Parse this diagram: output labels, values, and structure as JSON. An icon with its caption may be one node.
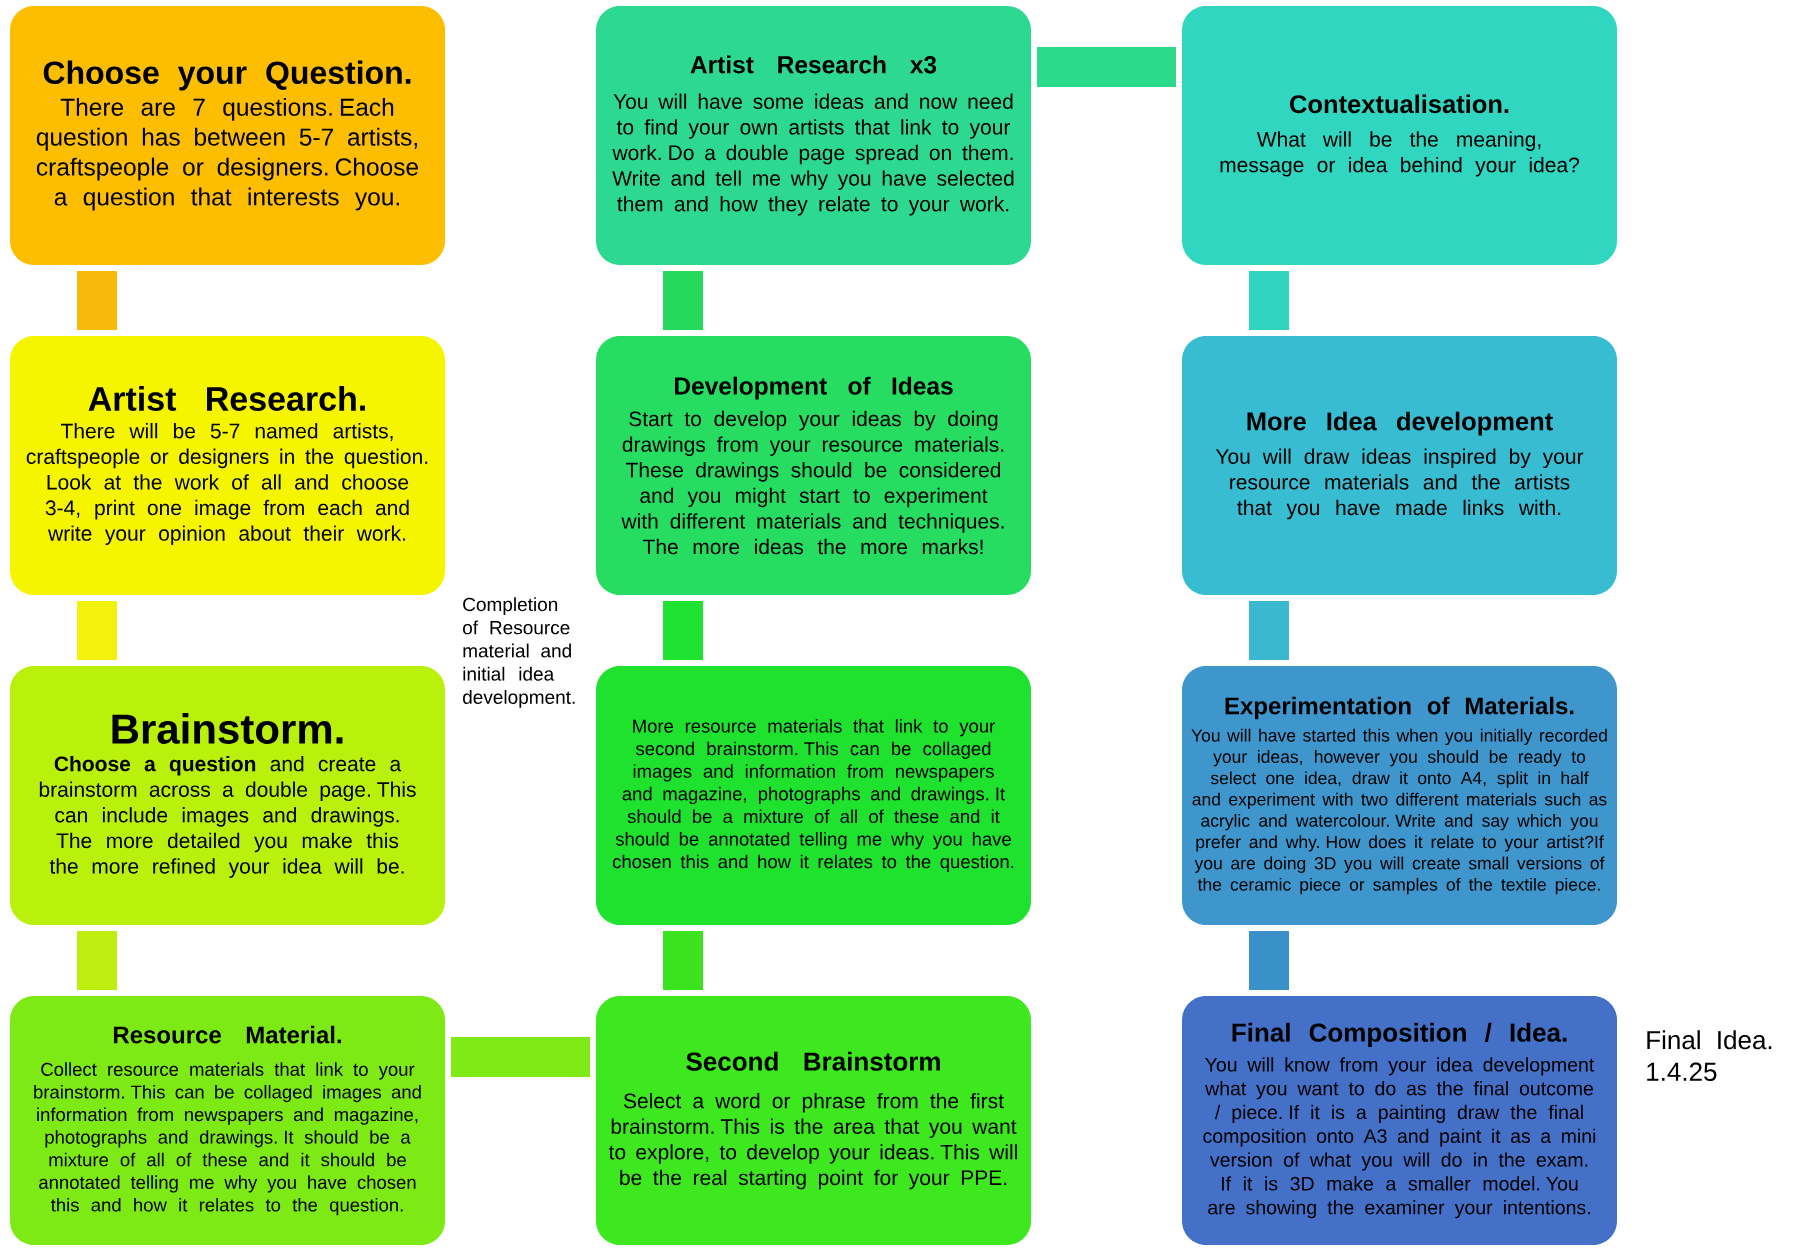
{
  "diagram": {
    "nodes": [
      {
        "text": [
          "Choose your Question.",
          "There are 7 questions. Each question has between 5-7 artists, craftspeople or designers. Choose a question that interests you."
        ]
      },
      {
        "text": [
          "Artist Research.",
          "There will be 5-7 named artists, craftspeople or designers in the question. Look at the work of all and choose 3-4, print one image from each and write your opinion about their work."
        ]
      },
      {
        "text": [
          "Brainstorm.",
          "**Choose a question** and create a brainstorm across a double page. This can include images and drawings. The more detailed you make this the more refined your idea will be."
        ]
      },
      {
        "text": [
          "Resource Material.",
          "Collect resource materials that link to your brainstorm. This can be collaged images and information from newspapers and magazine, photographs and drawings. It should be a mixture of all of these and it should be annotated telling me why you have chosen this and how it relates to the question."
        ]
      },
      {
        "text": [
          "Second Brainstorm",
          "Select a word or phrase from the first brainstorm. This is the area that you want to explore, to develop your ideas. This will be the real starting point for your PPE."
        ]
      },
      {
        "text": [
          "More resource materials that link to your second brainstorm. This can be collaged images and information from newspapers and magazine, photographs and drawings. It should be a mixture of all of these and it should be annotated telling me why you have chosen this and how it relates to the question."
        ]
      },
      {
        "text": [
          "Development of Ideas",
          "Start to develop your ideas by doing drawings from your resource materials. These drawings should be considered and you might start to experiment with different materials and techniques. The more ideas the more marks!"
        ]
      },
      {
        "text": [
          "Artist Research x3",
          "You will have some ideas and now need to find your own artists that link to your work. Do a double page spread on them. Write and tell me why you have selected them and how they relate to your work."
        ]
      },
      {
        "text": [
          "Contextualisation.",
          "What will be the meaning, message or idea behind your idea?"
        ]
      },
      {
        "text": [
          "More Idea development",
          "You will draw ideas inspired by your resource materials and the artists that you have made links with."
        ]
      },
      {
        "text": [
          "Experimentation of Materials.",
          "You will have started this when you initially recorded your ideas, however you should be ready to select one idea, draw it onto A4, split in half and experiment with two different materials such as acrylic and watercolour. Write and say which you prefer and why. How does it relate to your artist?If you are doing 3D you will create small versions of the ceramic piece or samples of the textile piece."
        ]
      },
      {
        "text": [
          "Final Composition / Idea.",
          "You will know from your idea development what you want to do as the final outcome / piece. If it is a painting draw the final composition onto A3 and paint it as a mini version of what you will do in the exam. If it is 3D make a smaller model. You are showing the examiner your intentions."
        ],
        "beside": [
          "Final Idea. 1.4.25"
        ]
      }
    ],
    "edges": [
      {
        "from": 0,
        "to": 1,
        "arrow": "none",
        "color": "#f9b90b"
      },
      {
        "from": 1,
        "to": 2,
        "arrow": "none",
        "color": "#f2f20c"
      },
      {
        "from": 2,
        "to": 3,
        "arrow": "none",
        "color": "#bdee10"
      },
      {
        "from": 3,
        "to": 4,
        "arrow": "none",
        "color": "#7fea16"
      },
      {
        "from": 4,
        "to": 5,
        "arrow": "none",
        "color": "#3ae31e"
      },
      {
        "from": 5,
        "to": 6,
        "arrow": "none",
        "color": "#20e230"
      },
      {
        "from": 6,
        "to": 7,
        "arrow": "none",
        "color": "#26d95a"
      },
      {
        "from": 7,
        "to": 8,
        "arrow": "none",
        "color": "#2bd98a"
      },
      {
        "from": 8,
        "to": 9,
        "arrow": "none",
        "color": "#30d4c0"
      },
      {
        "from": 9,
        "to": 10,
        "arrow": "none",
        "color": "#3ab8d0"
      },
      {
        "from": 10,
        "to": 11,
        "arrow": "none",
        "color": "#3a90c8"
      }
    ],
    "labels": [
      "Completion of Resource material and initial idea development."
    ]
  }
}
